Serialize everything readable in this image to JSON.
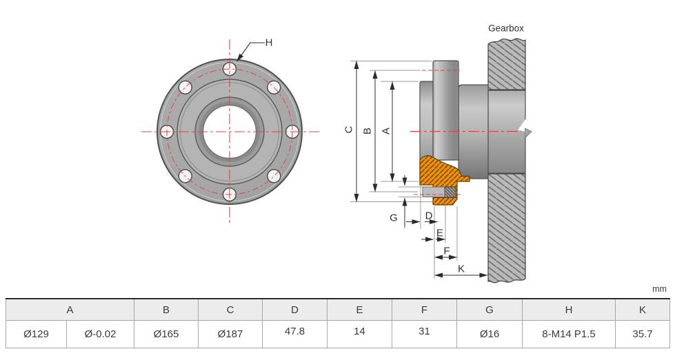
{
  "front_view": {
    "hole_callout": "H"
  },
  "side_view": {
    "gearbox_label": "Gearbox",
    "dim_labels": {
      "a": "A",
      "b": "B",
      "c": "C",
      "d": "D",
      "e": "E",
      "f": "F",
      "g": "G",
      "k": "K"
    }
  },
  "units_label": "mm",
  "table": {
    "headers": [
      "A",
      "B",
      "C",
      "D",
      "E",
      "F",
      "G",
      "H",
      "K"
    ],
    "values": [
      "Ø129",
      "Ø-0.02",
      "Ø165",
      "Ø187",
      "47.8",
      "14",
      "31",
      "Ø16",
      "8-M14 P1.5",
      "35.7"
    ]
  },
  "colors": {
    "centerline_red": "#e04545",
    "section_orange": "#ef930f",
    "section_orange_hatch": "#8f5200",
    "wall_gray": "#b9b9b9",
    "metal_gray": "#a8a8a8",
    "dimension_line": "#2b2b2b",
    "table_header_bg": "#ececec"
  }
}
